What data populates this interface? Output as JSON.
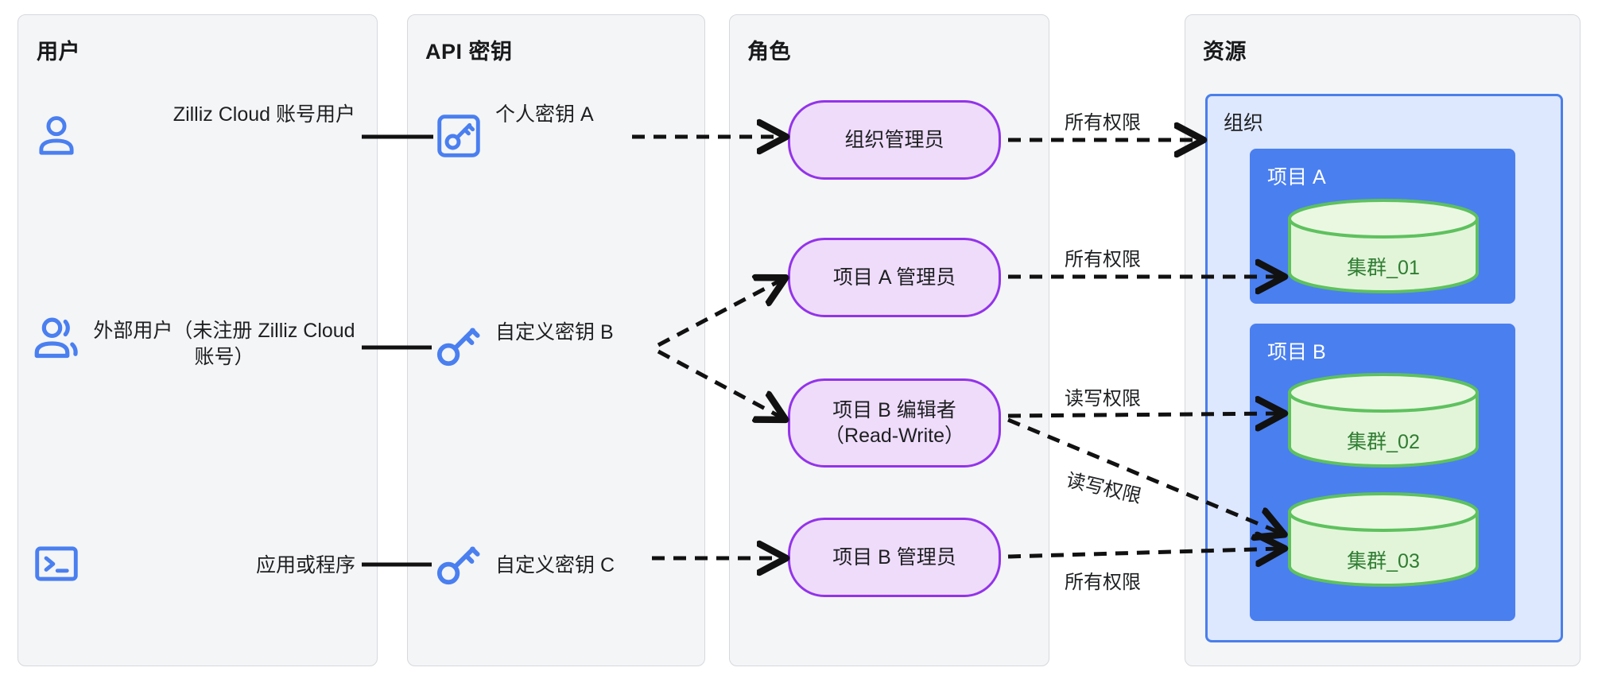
{
  "lanes": [
    {
      "id": "users",
      "title": "用户"
    },
    {
      "id": "api_keys",
      "title": "API 密钥"
    },
    {
      "id": "roles",
      "title": "角色"
    },
    {
      "id": "resources",
      "title": "资源"
    }
  ],
  "users": [
    {
      "icon": "user-icon",
      "label": "Zilliz Cloud 账号用户"
    },
    {
      "icon": "users-icon",
      "label": "外部用户（未注册 Zilliz Cloud 账号）"
    },
    {
      "icon": "terminal-icon",
      "label": "应用或程序"
    }
  ],
  "api_keys": [
    {
      "icon": "boxed-key-icon",
      "label": "个人密钥 A"
    },
    {
      "icon": "key-icon",
      "label": "自定义密钥 B"
    },
    {
      "icon": "key-icon",
      "label": "自定义密钥 C"
    }
  ],
  "roles": [
    {
      "label": "组织管理员"
    },
    {
      "label": "项目 A 管理员"
    },
    {
      "label": "项目 B 编辑者\n（Read-Write）"
    },
    {
      "label": "项目 B 管理员"
    }
  ],
  "resources": {
    "org_label": "组织",
    "projects": [
      {
        "label": "项目 A",
        "clusters": [
          {
            "label": "集群_01"
          }
        ]
      },
      {
        "label": "项目 B",
        "clusters": [
          {
            "label": "集群_02"
          },
          {
            "label": "集群_03"
          }
        ]
      }
    ]
  },
  "permission_labels": {
    "org_admin_all": "所有权限",
    "proj_a_admin_all": "所有权限",
    "proj_b_editor_rw": "读写权限",
    "proj_b_editor_rw_2": "读写权限",
    "proj_b_admin_all": "所有权限"
  },
  "colors": {
    "lane_bg": "#f4f5f7",
    "lane_border": "#d6d8dd",
    "icon_blue": "#4a7ff0",
    "role_fill": "#efdcfb",
    "role_border": "#9333ea",
    "org_fill": "#dde7fd",
    "org_border": "#4a7fea",
    "project_fill": "#4a7ff0",
    "cluster_fill": "#e2f5d9",
    "cluster_border": "#5ec15e",
    "cluster_text": "#2f7d32",
    "connector": "#111111"
  }
}
